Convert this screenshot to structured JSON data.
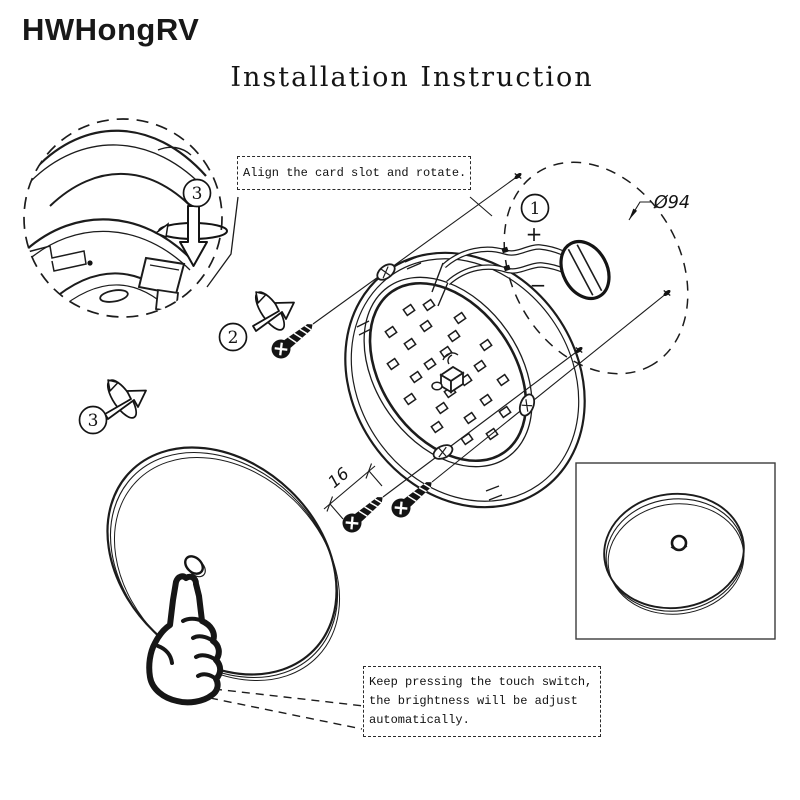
{
  "brand": {
    "logo_text": "HWHongRV"
  },
  "page": {
    "title": "Installation Instruction"
  },
  "callouts": {
    "align_note": "Align the card slot and rotate.",
    "touch_note_lines": [
      "Keep pressing the touch switch,",
      "the brightness will be adjust",
      "automatically."
    ]
  },
  "annotations": {
    "steps": [
      "1",
      "2",
      "3"
    ],
    "hole_diameter": "Ø94",
    "screw_length_mm": "16",
    "polarity_positive": "+",
    "polarity_negative": "−"
  },
  "colors": {
    "ink": "#1c1c1c",
    "background": "#ffffff"
  }
}
